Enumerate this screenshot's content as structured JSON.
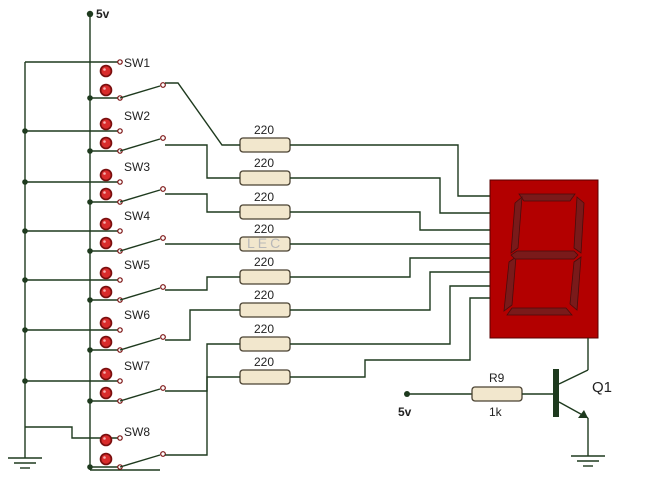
{
  "power": {
    "top_label": "5v",
    "bottom_label": "5v"
  },
  "switches": [
    {
      "label": "SW1"
    },
    {
      "label": "SW2"
    },
    {
      "label": "SW3"
    },
    {
      "label": "SW4"
    },
    {
      "label": "SW5"
    },
    {
      "label": "SW6"
    },
    {
      "label": "SW7"
    },
    {
      "label": "SW8"
    }
  ],
  "resistors": [
    {
      "value": "220"
    },
    {
      "value": "220"
    },
    {
      "value": "220"
    },
    {
      "value": "220"
    },
    {
      "value": "220"
    },
    {
      "value": "220"
    },
    {
      "value": "220"
    },
    {
      "value": "220"
    }
  ],
  "base_resistor": {
    "name": "R9",
    "value": "1k"
  },
  "transistor": {
    "name": "Q1"
  },
  "watermark": "LEC",
  "colors": {
    "wire": "#1e3a1e",
    "display_body": "#b30000",
    "segment": "#7a1a1a",
    "button": "#d92b2b",
    "resistor_fill": "#f2e7cd"
  }
}
